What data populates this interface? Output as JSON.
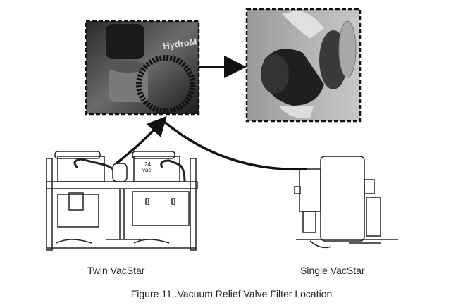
{
  "figure": {
    "caption": "Figure 11 .Vacuum Relief Valve Filter Location",
    "label_twin": "Twin VacStar",
    "label_single": "Single VacStar",
    "photo_brand_text": "HydroM",
    "voltage_label_top": "24",
    "voltage_label_bottom": "vac"
  }
}
